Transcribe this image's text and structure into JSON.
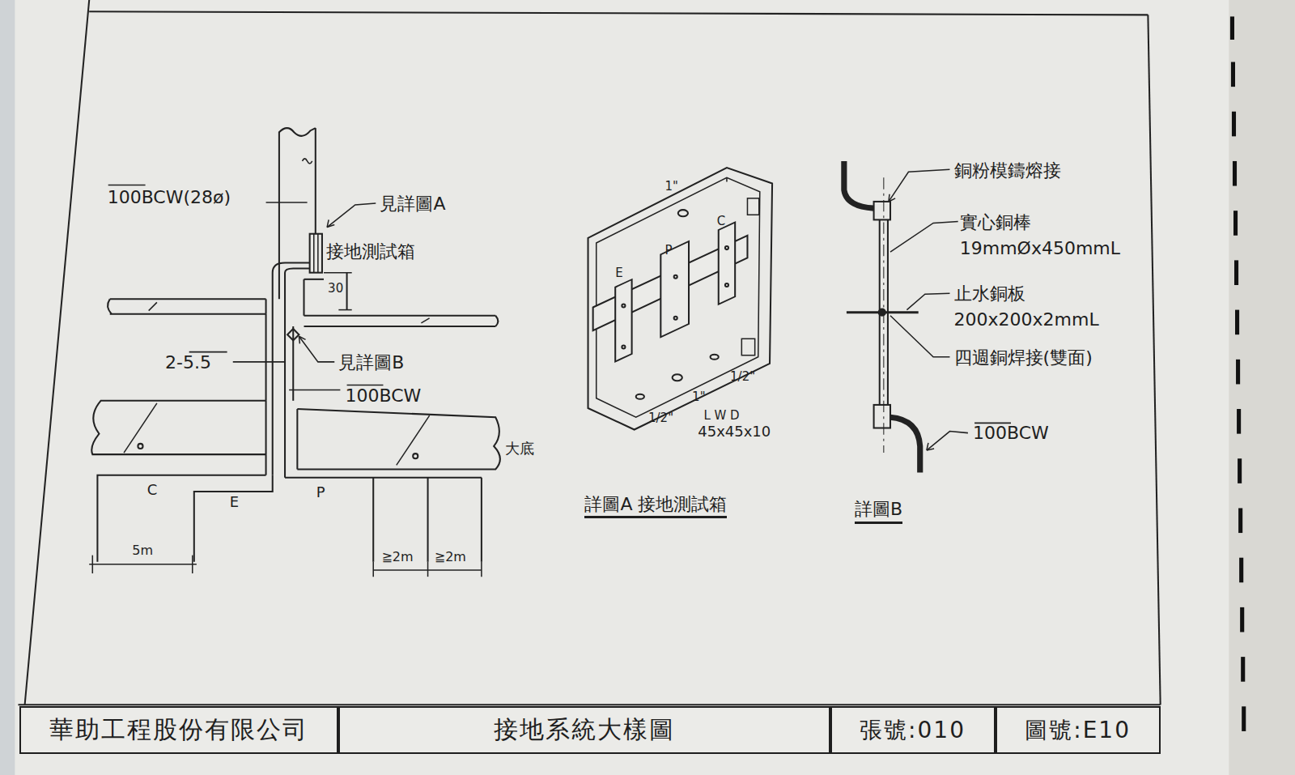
{
  "diagram": {
    "nodes": [
      {
        "text": [
          "華助工程股份有限公司"
        ]
      },
      {
        "text": [
          "接地系統大樣圖"
        ]
      },
      {
        "text": [
          "張號:010"
        ]
      },
      {
        "text": [
          "圖號:E10"
        ]
      }
    ],
    "labels": [
      "100BCW(28ø)",
      "見詳圖A",
      "接地測試箱",
      "30",
      "2-5.5",
      "見詳圖B",
      "100BCW",
      "大底",
      "C",
      "E",
      "P",
      "5m",
      "≧2m",
      "≧2m",
      "1\"",
      "C",
      "P",
      "E",
      "1\"",
      "1/2\"",
      "1/2\"",
      "L W D",
      "45x45x10",
      "詳圖A 接地測試箱",
      "銅粉模鑄熔接",
      "實心銅棒 19mmØx450mmL",
      "止水銅板 200x200x2mmL",
      "四週銅焊接(雙面)",
      "100BCW",
      "詳圖B"
    ]
  }
}
